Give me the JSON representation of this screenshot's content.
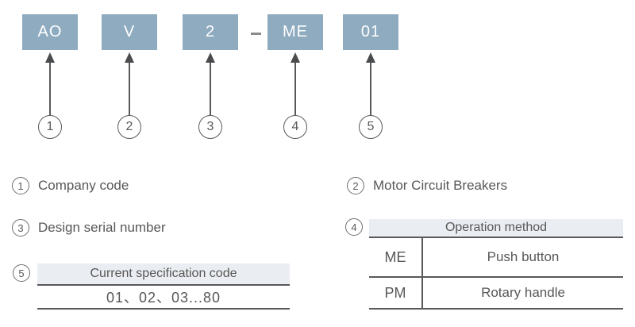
{
  "diagram": {
    "model_boxes": [
      {
        "label": "AO",
        "ref": "1"
      },
      {
        "label": "V",
        "ref": "2"
      },
      {
        "label": "2",
        "ref": "3"
      },
      {
        "label": "ME",
        "ref": "4"
      },
      {
        "label": "01",
        "ref": "5"
      }
    ],
    "separator": "-"
  },
  "legend": {
    "item1": {
      "num": "1",
      "label": "Company code"
    },
    "item2": {
      "num": "2",
      "label": "Motor Circuit Breakers"
    },
    "item3": {
      "num": "3",
      "label": "Design serial number"
    },
    "item4": {
      "num": "4",
      "table": {
        "header": "Operation method",
        "rows": [
          {
            "code": "ME",
            "description": "Push button"
          },
          {
            "code": "PM",
            "description": "Rotary handle"
          }
        ]
      }
    },
    "item5": {
      "num": "5",
      "table": {
        "header": "Current specification code",
        "value": "01、02、03...80"
      }
    }
  },
  "colors": {
    "box_fill": "#8EABBF",
    "box_text": "#FFFFFF",
    "line": "#58595B",
    "text": "#595757",
    "table_header_bg": "#EAEDF1"
  }
}
